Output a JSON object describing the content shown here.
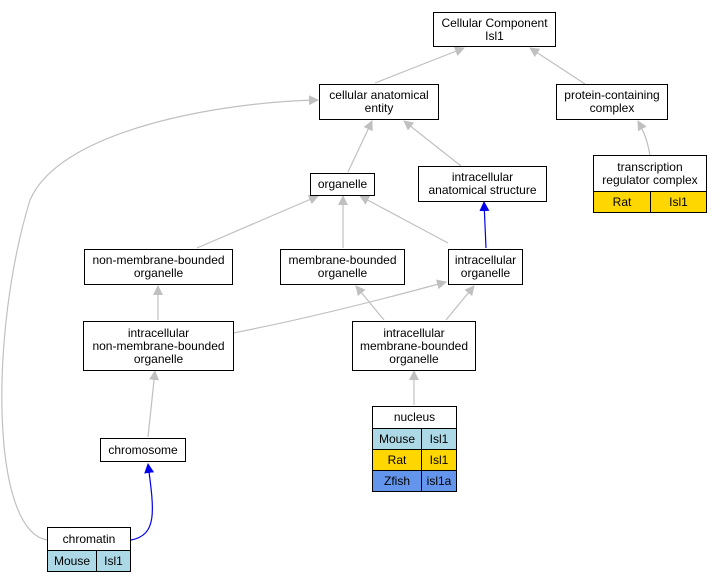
{
  "nodes": {
    "cc": {
      "label": "Cellular Component\nIsl1"
    },
    "cae": {
      "label": "cellular anatomical\nentity"
    },
    "pcc": {
      "label": "protein-containing\ncomplex"
    },
    "trc": {
      "label": "transcription\nregulator complex"
    },
    "org": {
      "label": "organelle"
    },
    "ias": {
      "label": "intracellular\nanatomical structure"
    },
    "nmbo": {
      "label": "non-membrane-bounded\norganelle"
    },
    "mbo": {
      "label": "membrane-bounded\norganelle"
    },
    "io": {
      "label": "intracellular\norganelle"
    },
    "inmbo": {
      "label": "intracellular\nnon-membrane-bounded\norganelle"
    },
    "imbo": {
      "label": "intracellular\nmembrane-bounded\norganelle"
    },
    "nuc": {
      "label": "nucleus"
    },
    "chr": {
      "label": "chromosome"
    },
    "chrt": {
      "label": "chromatin"
    }
  },
  "annotations": {
    "trc": [
      {
        "species": "Rat",
        "gene": "Isl1",
        "color": "#ffd700"
      }
    ],
    "nuc": [
      {
        "species": "Mouse",
        "gene": "Isl1",
        "color": "#add8e6"
      },
      {
        "species": "Rat",
        "gene": "Isl1",
        "color": "#ffd700"
      },
      {
        "species": "Zfish",
        "gene": "isl1a",
        "color": "#6495ed"
      }
    ],
    "chrt": [
      {
        "species": "Mouse",
        "gene": "Isl1",
        "color": "#add8e6"
      }
    ]
  },
  "edge_colors": {
    "is_a": "#c0c0c0",
    "part_of": "#0000ee"
  }
}
